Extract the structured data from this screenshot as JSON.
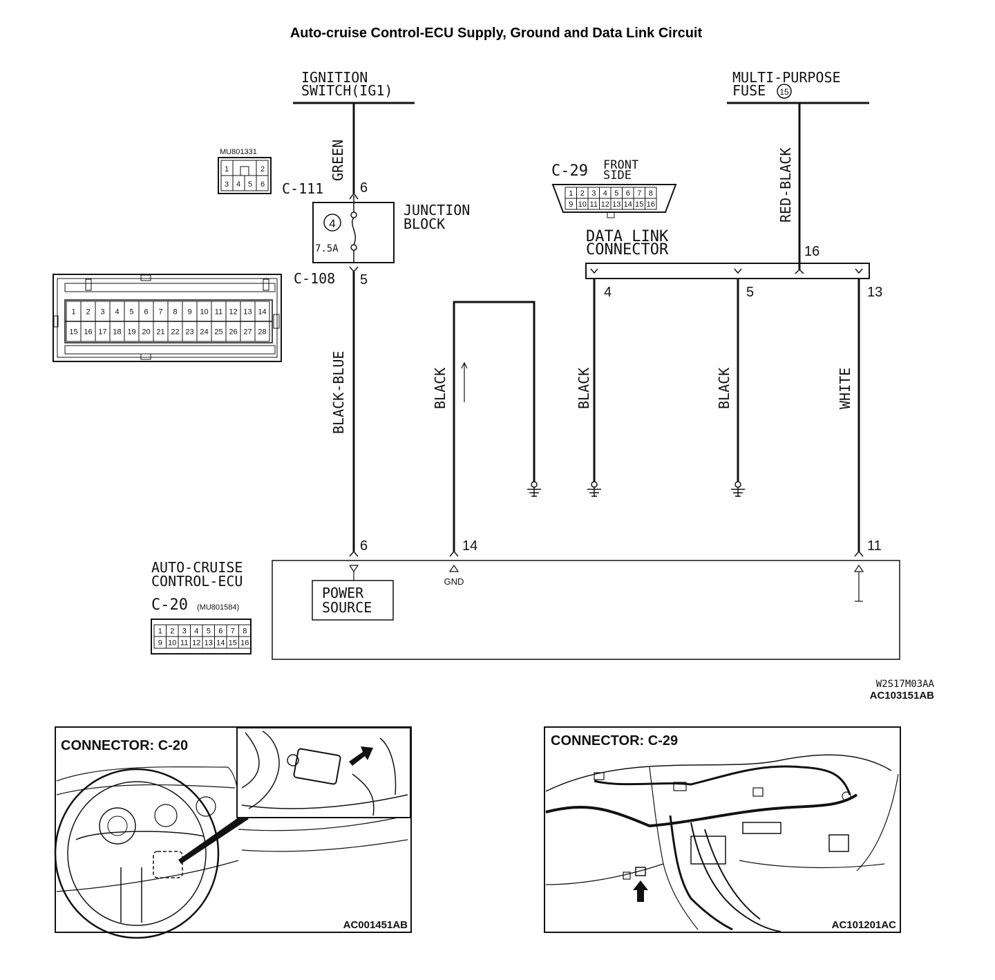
{
  "title": "Auto-cruise Control-ECU Supply, Ground and Data Link Circuit",
  "ignition": {
    "line1": "IGNITION",
    "line2": "SWITCH(IG1)"
  },
  "fuse": {
    "line1": "MULTI-PURPOSE",
    "line2": "FUSE",
    "number": "15"
  },
  "c111": {
    "part": "MU801331",
    "label": "C-111",
    "pin_top": "6",
    "cells_row1": [
      "1",
      "",
      "2"
    ],
    "cells_row2": [
      "3",
      "4",
      "5",
      "6"
    ]
  },
  "junction": {
    "line1": "JUNCTION",
    "line2": "BLOCK",
    "fuse_no": "4",
    "amps": "7.5A"
  },
  "c108": {
    "label": "C-108",
    "pin": "5",
    "cells_row1": [
      "1",
      "2",
      "3",
      "4",
      "5",
      "6",
      "7",
      "8",
      "9",
      "10",
      "11",
      "12",
      "13",
      "14"
    ],
    "cells_row2": [
      "15",
      "16",
      "17",
      "18",
      "19",
      "20",
      "21",
      "22",
      "23",
      "24",
      "25",
      "26",
      "27",
      "28"
    ]
  },
  "c29": {
    "label": "C-29",
    "side_line1": "FRONT",
    "side_line2": "SIDE",
    "cells_row1": [
      "1",
      "2",
      "3",
      "4",
      "5",
      "6",
      "7",
      "8"
    ],
    "cells_row2": [
      "9",
      "10",
      "11",
      "12",
      "13",
      "14",
      "15",
      "16"
    ]
  },
  "dlc": {
    "line1": "DATA LINK",
    "line2": "CONNECTOR",
    "pin_16": "16",
    "pin_4": "4",
    "pin_5": "5",
    "pin_13": "13"
  },
  "wires": {
    "green": "GREEN",
    "red_black": "RED-BLACK",
    "black_blue": "BLACK-BLUE",
    "black_gnd": "BLACK",
    "black_4": "BLACK",
    "black_5": "BLACK",
    "white": "WHITE"
  },
  "ecu": {
    "line1": "AUTO-CRUISE",
    "line2": "CONTROL-ECU",
    "label": "C-20",
    "part": "(MU801584)",
    "pin_6": "6",
    "pin_14": "14",
    "pin_11": "11",
    "gnd": "GND",
    "power_line1": "POWER",
    "power_line2": "SOURCE",
    "cells_row1": [
      "1",
      "2",
      "3",
      "4",
      "5",
      "6",
      "7",
      "8"
    ],
    "cells_row2": [
      "9",
      "10",
      "11",
      "12",
      "13",
      "14",
      "15",
      "16"
    ]
  },
  "codes": {
    "diagram_code": "W2S17M03AA",
    "figure_code": "AC103151AB"
  },
  "panel_c20": {
    "title": "CONNECTOR: C-20",
    "code": "AC001451AB"
  },
  "panel_c29": {
    "title": "CONNECTOR: C-29",
    "code": "AC101201AC"
  }
}
